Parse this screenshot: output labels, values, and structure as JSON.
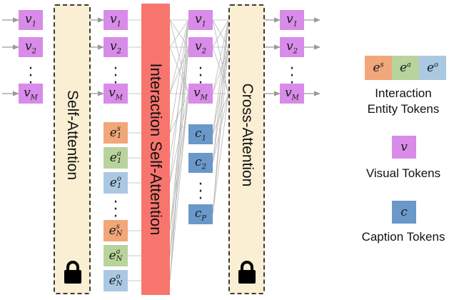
{
  "layers": {
    "self_attention": "Self-Attention",
    "interaction_self_attention": "Interaction Self-Attention",
    "cross_attention": "Cross-Attention"
  },
  "tokens": {
    "visual": [
      "v_1",
      "v_2",
      "v_M"
    ],
    "entity": [
      "e_1^s",
      "e_1^a",
      "e_1^o",
      "e_N^s",
      "e_N^a",
      "e_N^o"
    ],
    "caption": [
      "c_1",
      "c_2",
      "c_P"
    ]
  },
  "legend": {
    "entity_symbols": [
      "e^s",
      "e^a",
      "e^o"
    ],
    "entity_label_line1": "Interaction",
    "entity_label_line2": "Entity Tokens",
    "visual_symbol": "v",
    "visual_label": "Visual Tokens",
    "caption_symbol": "c",
    "caption_label": "Caption Tokens"
  },
  "icons": [
    "lock-icon"
  ],
  "colors": {
    "visual": "#d88be8",
    "caption": "#6a98c8",
    "entity_subject": "#f2a77a",
    "entity_action": "#b8d39b",
    "entity_object": "#abc8e3",
    "frozen_block": "#fbefd3",
    "trainable_block": "#f8756e"
  }
}
